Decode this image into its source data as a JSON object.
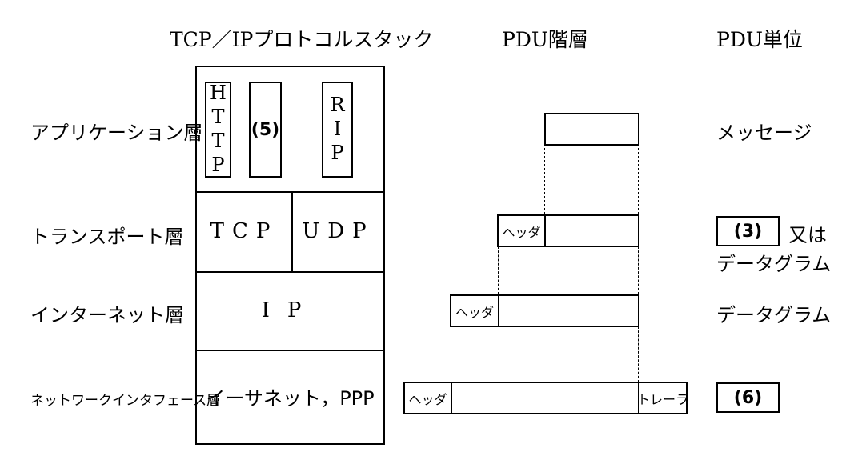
{
  "headers": {
    "stack": "TCP／IPプロトコルスタック",
    "pdu_layer": "PDU階層",
    "pdu_unit": "PDU単位"
  },
  "layers": {
    "application": "アプリケーション層",
    "transport": "トランスポート層",
    "internet": "インターネット層",
    "network_interface": "ネットワークインタフェース層"
  },
  "protocols": {
    "http": "HTTP",
    "blank5": "(5)",
    "rip": "RIP",
    "tcp": "TCP",
    "udp": "UDP",
    "ip": "IP",
    "link": "イーサネット，PPP"
  },
  "pdu_segments": {
    "header": "ヘッダ",
    "trailer": "トレーラ"
  },
  "units": {
    "message": "メッセージ",
    "blank3": "(3)",
    "or_word": "又は",
    "datagram_transport": "データグラム",
    "datagram_internet": "データグラム",
    "blank6": "(6)"
  }
}
